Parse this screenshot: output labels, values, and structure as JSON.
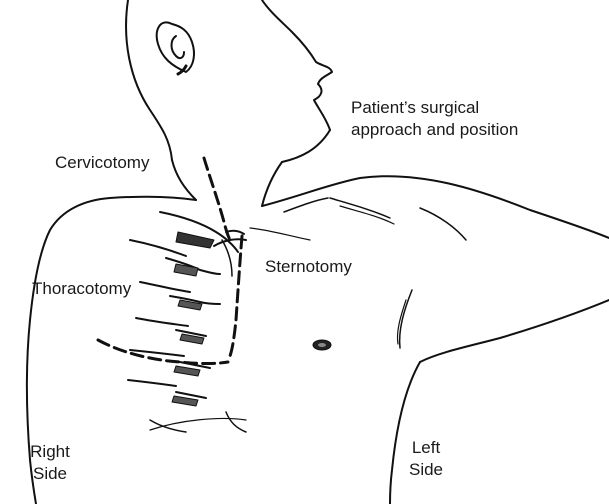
{
  "labels": {
    "approach_line1": "Patient’s surgical",
    "approach_line2": "approach and position",
    "cervicotomy": "Cervicotomy",
    "sternotomy": "Sternotomy",
    "thoracotomy": "Thoracotomy",
    "right_line1": "Right",
    "right_line2": "Side",
    "left_line1": "Left",
    "left_line2": "Side"
  },
  "colors": {
    "outline": "#111111",
    "incision": "#111111",
    "background": "#ffffff"
  }
}
